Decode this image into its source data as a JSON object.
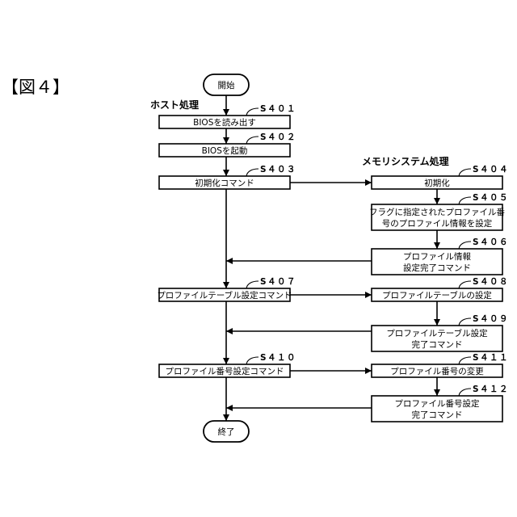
{
  "figure_label": "【図４】",
  "headers": {
    "host": "ホスト処理",
    "memory": "メモリシステム処理"
  },
  "terminals": {
    "start": "開始",
    "end": "終了"
  },
  "steps": {
    "s401": {
      "id": "S４０１",
      "text": "BIOSを読み出す"
    },
    "s402": {
      "id": "S４０２",
      "text": "BIOSを起動"
    },
    "s403": {
      "id": "S４０３",
      "text": "初期化コマンド"
    },
    "s404": {
      "id": "S４０４",
      "text": "初期化"
    },
    "s405": {
      "id": "S４０５",
      "line1": "フラグに指定されたプロファイル番",
      "line2": "号のプロファイル情報を設定"
    },
    "s406": {
      "id": "S４０６",
      "line1": "プロファイル情報",
      "line2": "設定完了コマンド"
    },
    "s407": {
      "id": "S４０７",
      "text": "プロファイルテーブル設定コマンド"
    },
    "s408": {
      "id": "S４０８",
      "text": "プロファイルテーブルの設定"
    },
    "s409": {
      "id": "S４０９",
      "line1": "プロファイルテーブル設定",
      "line2": "完了コマンド"
    },
    "s410": {
      "id": "S４１０",
      "text": "プロファイル番号設定コマンド"
    },
    "s411": {
      "id": "S４１１",
      "text": "プロファイル番号の変更"
    },
    "s412": {
      "id": "S４１２",
      "line1": "プロファイル番号設定",
      "line2": "完了コマンド"
    }
  }
}
